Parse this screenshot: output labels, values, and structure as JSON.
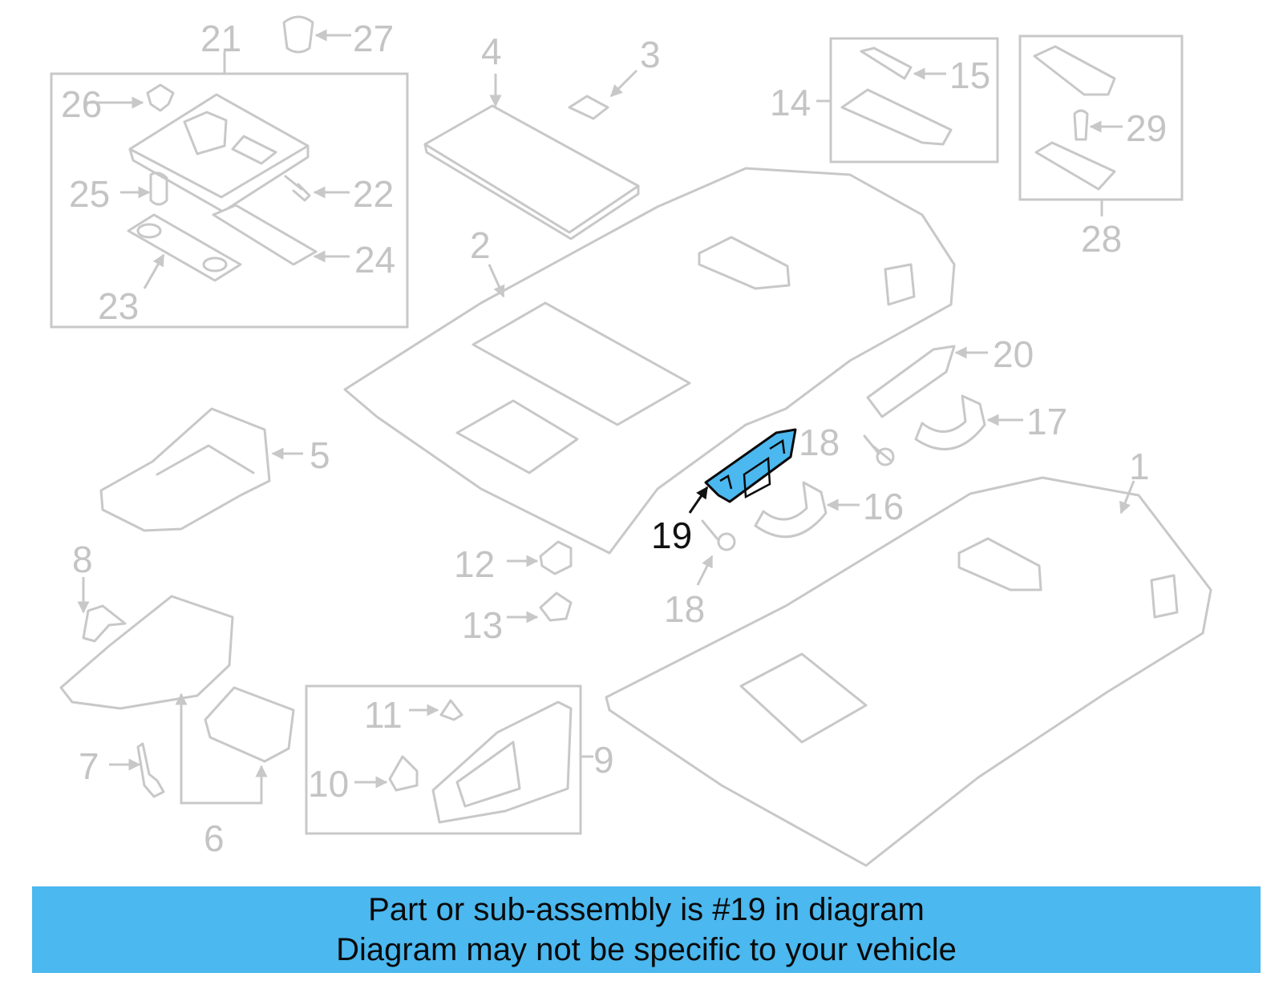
{
  "diagram": {
    "callouts": [
      "1",
      "2",
      "3",
      "4",
      "5",
      "6",
      "7",
      "8",
      "9",
      "10",
      "11",
      "12",
      "13",
      "14",
      "15",
      "16",
      "17",
      "18",
      "19",
      "20",
      "21",
      "22",
      "23",
      "24",
      "25",
      "26",
      "27",
      "28",
      "29"
    ],
    "second_18": "18",
    "highlighted_part": "19",
    "highlight_color": "#4bb8ef",
    "line_color": "#c8c8c8"
  },
  "footer": {
    "line1": "Part or sub-assembly is #19 in diagram",
    "line2": "Diagram may not be specific to your vehicle"
  }
}
